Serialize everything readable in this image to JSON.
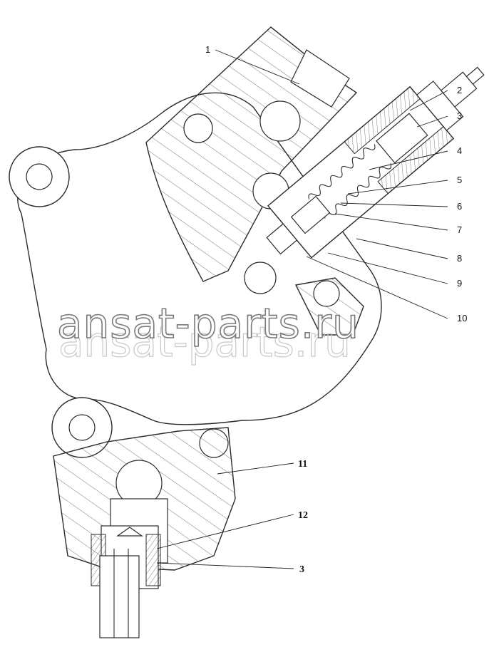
{
  "callouts": [
    {
      "id": "1",
      "text": "1"
    },
    {
      "id": "2",
      "text": "2"
    },
    {
      "id": "3a",
      "text": "3"
    },
    {
      "id": "4",
      "text": "4"
    },
    {
      "id": "5",
      "text": "5"
    },
    {
      "id": "6",
      "text": "6"
    },
    {
      "id": "7",
      "text": "7"
    },
    {
      "id": "8",
      "text": "8"
    },
    {
      "id": "9",
      "text": "9"
    },
    {
      "id": "10",
      "text": "10"
    },
    {
      "id": "11",
      "text": "11"
    },
    {
      "id": "12",
      "text": "12"
    },
    {
      "id": "3b",
      "text": "3"
    }
  ],
  "watermark": "ansat-parts.ru",
  "colors": {
    "line": "#2b2b2b",
    "watermark_stroke": "#7a7a7a",
    "background": "#ffffff"
  }
}
